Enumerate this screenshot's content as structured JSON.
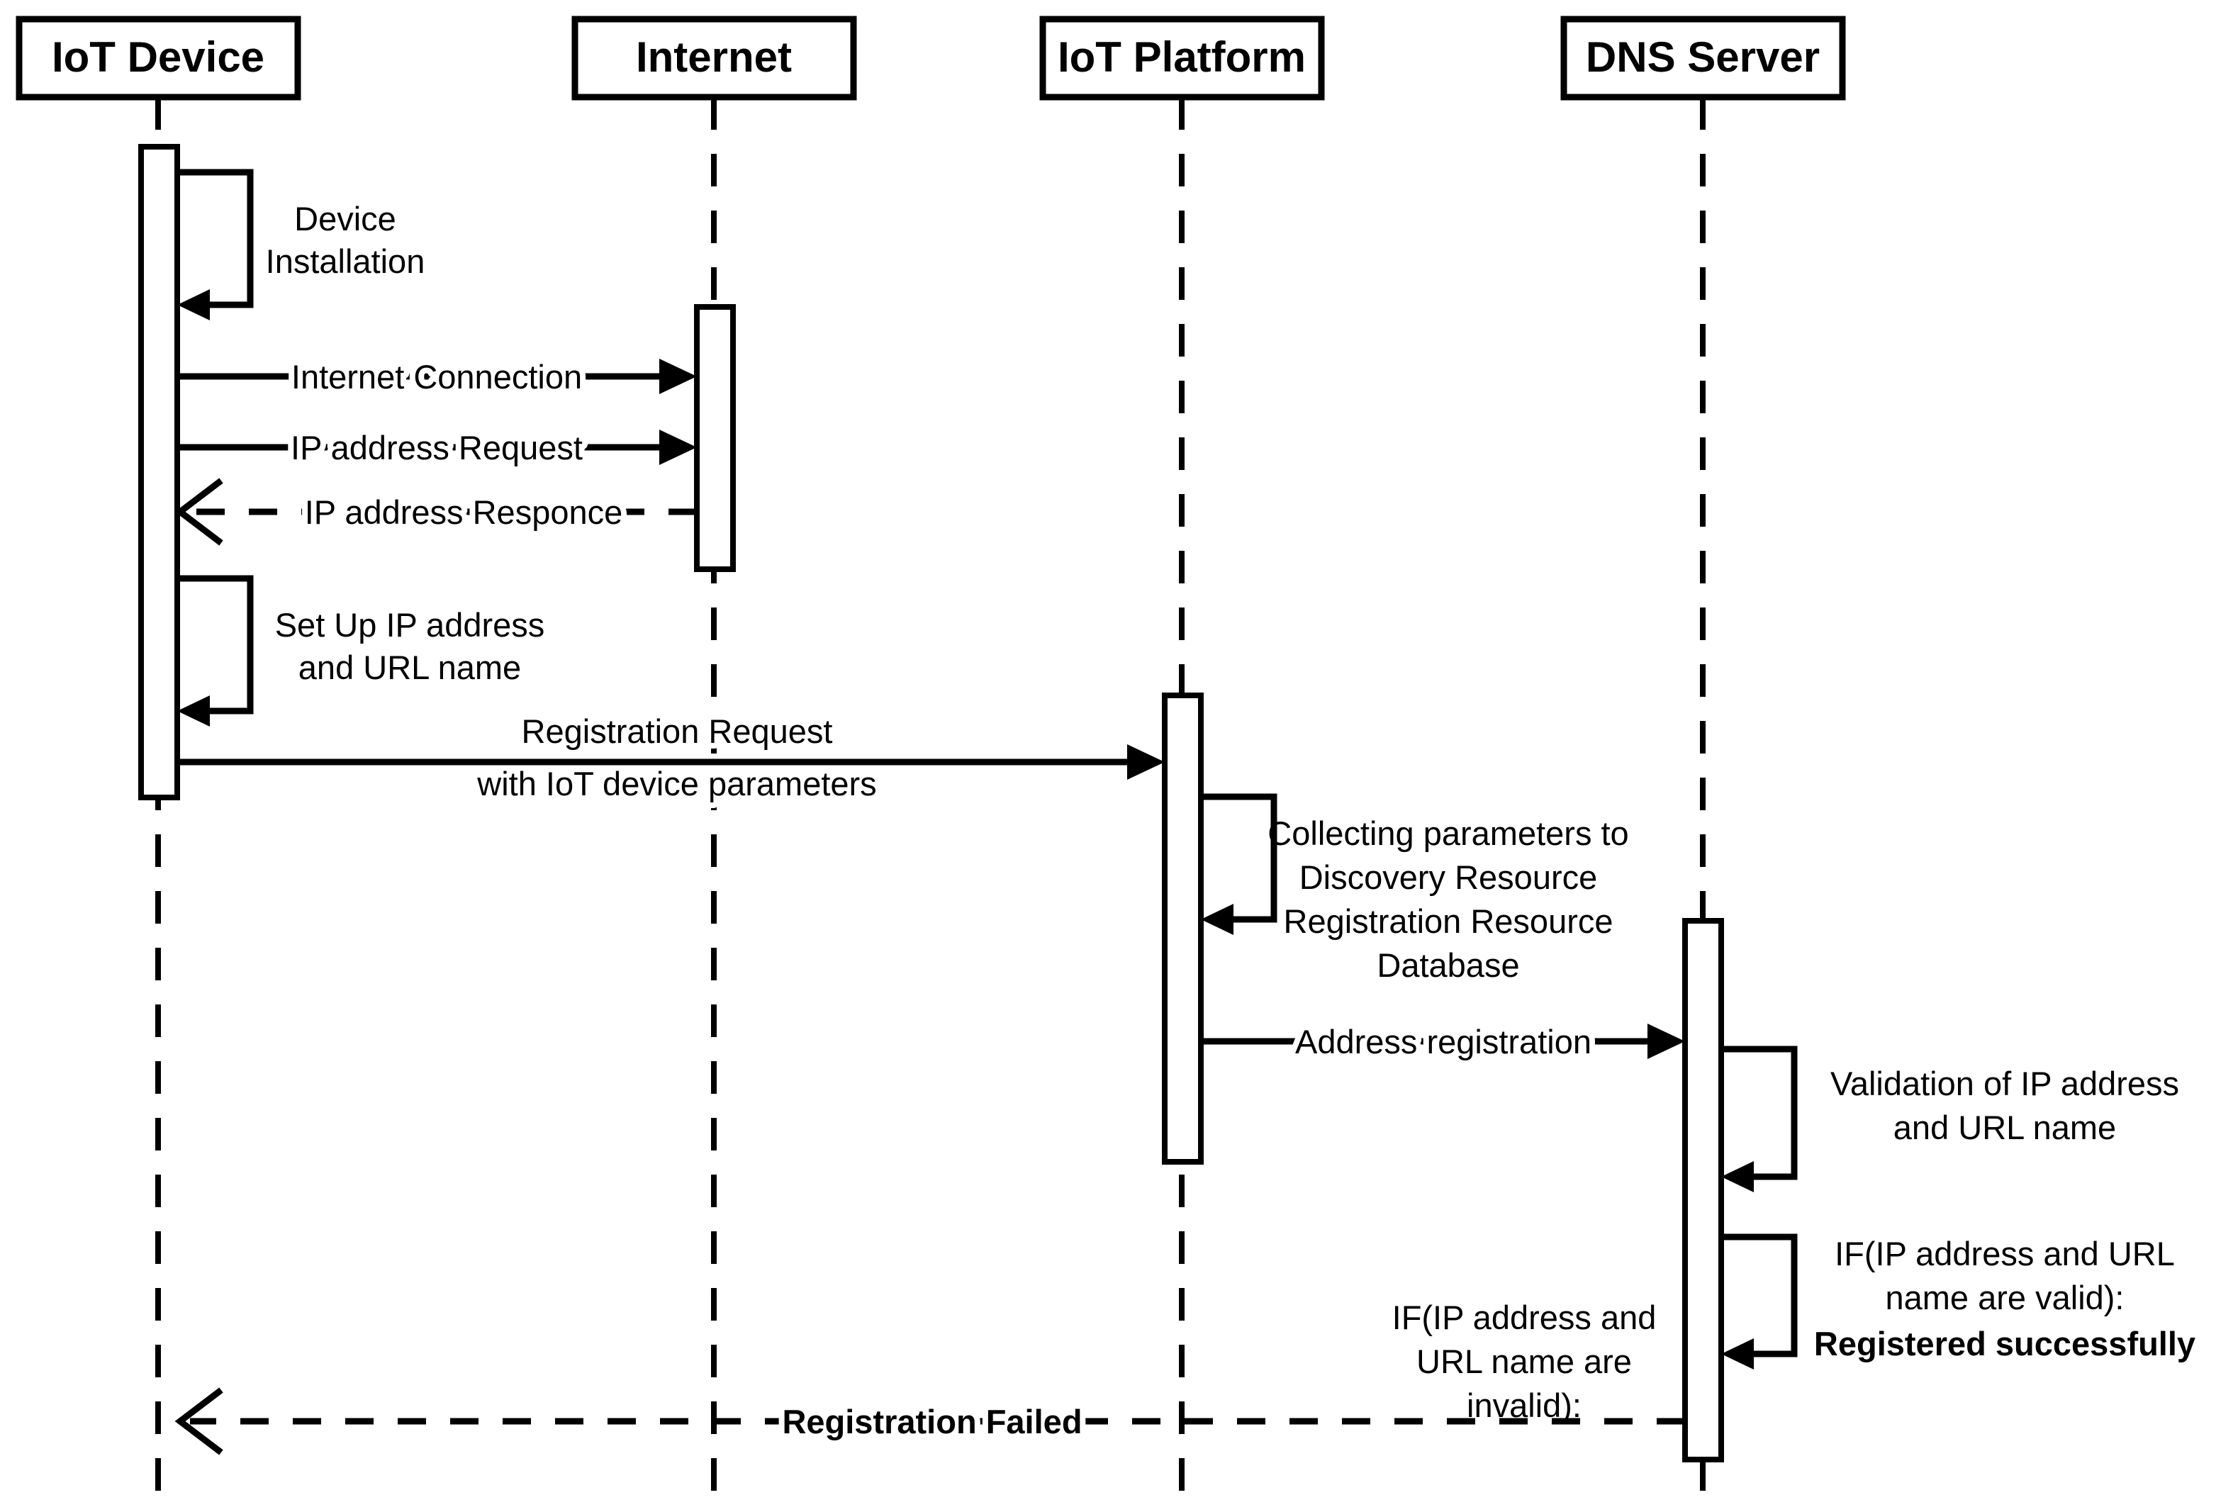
{
  "diagram": {
    "title": "IoT Device Registration Sequence Diagram",
    "type": "uml-sequence-diagram",
    "stroke_color": "#000000",
    "background_color": "#ffffff"
  },
  "lifelines": [
    {
      "id": "iot-device",
      "label": "IoT Device"
    },
    {
      "id": "internet",
      "label": "Internet"
    },
    {
      "id": "iot-platform",
      "label": "IoT Platform"
    },
    {
      "id": "dns-server",
      "label": "DNS Server"
    }
  ],
  "messages": [
    {
      "id": "device-installation",
      "kind": "self",
      "from": "iot-device",
      "to": "iot-device",
      "style": "solid",
      "arrowhead": "filled",
      "label_line1": "Device",
      "label_line2": "Installation"
    },
    {
      "id": "internet-connection",
      "kind": "call",
      "from": "iot-device",
      "to": "internet",
      "style": "solid",
      "arrowhead": "filled",
      "label": "Internet Connection"
    },
    {
      "id": "ip-address-request",
      "kind": "call",
      "from": "iot-device",
      "to": "internet",
      "style": "solid",
      "arrowhead": "filled",
      "label": "IP address Request"
    },
    {
      "id": "ip-address-responce",
      "kind": "return",
      "from": "internet",
      "to": "iot-device",
      "style": "dashed",
      "arrowhead": "open",
      "label": "IP address Responce"
    },
    {
      "id": "set-up-ip-address",
      "kind": "self",
      "from": "iot-device",
      "to": "iot-device",
      "style": "solid",
      "arrowhead": "filled",
      "label_line1": "Set Up IP address",
      "label_line2": "and URL name"
    },
    {
      "id": "registration-request",
      "kind": "call",
      "from": "iot-device",
      "to": "iot-platform",
      "style": "solid",
      "arrowhead": "filled",
      "label_line1": "Registration Request",
      "label_line2": "with IoT device parameters"
    },
    {
      "id": "collecting-parameters",
      "kind": "self",
      "from": "iot-platform",
      "to": "iot-platform",
      "style": "solid",
      "arrowhead": "filled",
      "label_line1": "Collecting parameters to",
      "label_line2": "Discovery Resource",
      "label_line3": "Registration Resource",
      "label_line4": "Database"
    },
    {
      "id": "address-registration",
      "kind": "call",
      "from": "iot-platform",
      "to": "dns-server",
      "style": "solid",
      "arrowhead": "filled",
      "label": "Address registration"
    },
    {
      "id": "validation-of-ip-address",
      "kind": "self",
      "from": "dns-server",
      "to": "dns-server",
      "style": "solid",
      "arrowhead": "filled",
      "label_line1": "Validation of IP address",
      "label_line2": "and URL name"
    },
    {
      "id": "registered-successfully",
      "kind": "self",
      "from": "dns-server",
      "to": "dns-server",
      "style": "solid",
      "arrowhead": "filled",
      "label_line1": "IF(IP address and URL",
      "label_line2": "name are valid):",
      "label_line3": "Registered successfully",
      "label_line3_bold": true
    },
    {
      "id": "registration-failed",
      "kind": "return",
      "from": "dns-server",
      "to": "iot-device",
      "style": "dashed",
      "arrowhead": "open",
      "label": "Registration Failed",
      "label_bold": true,
      "guard_line1": "IF(IP address and",
      "guard_line2": "URL name are",
      "guard_line3": "invalid):"
    }
  ]
}
